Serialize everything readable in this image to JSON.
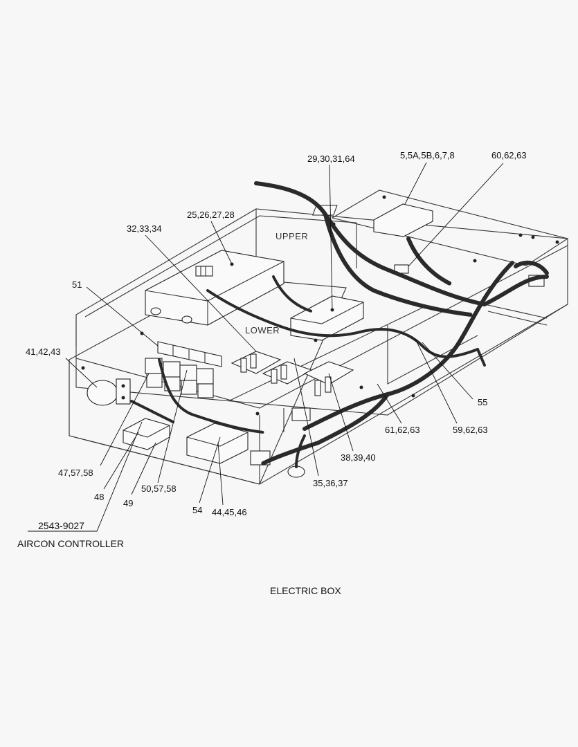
{
  "title": "ELECTRIC BOX",
  "section_labels": {
    "upper": "UPPER",
    "lower": "LOWER"
  },
  "callouts": [
    "29,30,31,64",
    "5,5A,5B,6,7,8",
    "60,62,63",
    "25,26,27,28",
    "32,33,34",
    "51",
    "41,42,43",
    "55",
    "61,62,63",
    "59,62,63",
    "38,39,40",
    "35,36,37",
    "47,57,58",
    "48",
    "49",
    "50,57,58",
    "54",
    "44,45,46"
  ],
  "part_note": {
    "number": "2543-9027",
    "name": "AIRCON CONTROLLER"
  }
}
